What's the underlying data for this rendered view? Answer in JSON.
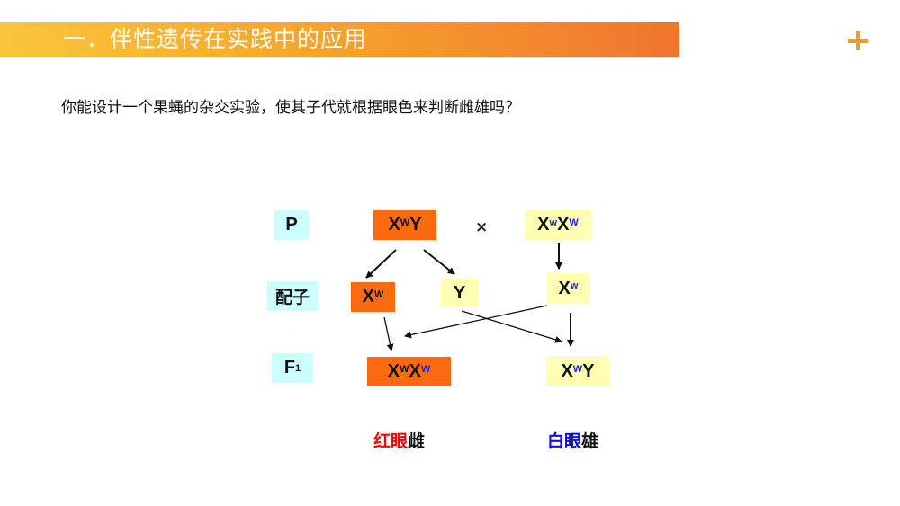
{
  "header": {
    "title": "一．伴性遗传在实践中的应用",
    "plus_icon": "plus-icon",
    "accent_color": "#f0752e"
  },
  "question": "你能设计一个果蝇的杂交实验，使其子代就根据眼色来判断雌雄吗？",
  "diagram": {
    "row_labels": {
      "parent": "P",
      "gamete": "配子",
      "f1_letter": "F",
      "f1_sub": "1"
    },
    "cross_symbol": "×",
    "parents": {
      "male": {
        "base": "X",
        "sup": "W",
        "tail": "Y"
      },
      "female": {
        "base1": "X",
        "sup1": "w",
        "base2": "X",
        "sup2": "W"
      }
    },
    "gametes": {
      "male_x": {
        "base": "X",
        "sup": "W"
      },
      "male_y": "Y",
      "female_x": {
        "base": "X",
        "sup": "w"
      }
    },
    "offspring": {
      "female": {
        "base1": "X",
        "sup1": "W",
        "base2": "X",
        "sup2": "W"
      },
      "male": {
        "base": "X",
        "sup": "W",
        "tail": "Y"
      }
    },
    "phenotypes": {
      "female": {
        "color_word": "红眼",
        "sex_word": "雌"
      },
      "male": {
        "color_word": "白眼",
        "sex_word": "雄"
      }
    },
    "colors": {
      "orange": "#f96a11",
      "yellow": "#ffffb3",
      "cyan": "#ccffff",
      "red": "#ff0000",
      "blue": "#1010e0"
    }
  }
}
